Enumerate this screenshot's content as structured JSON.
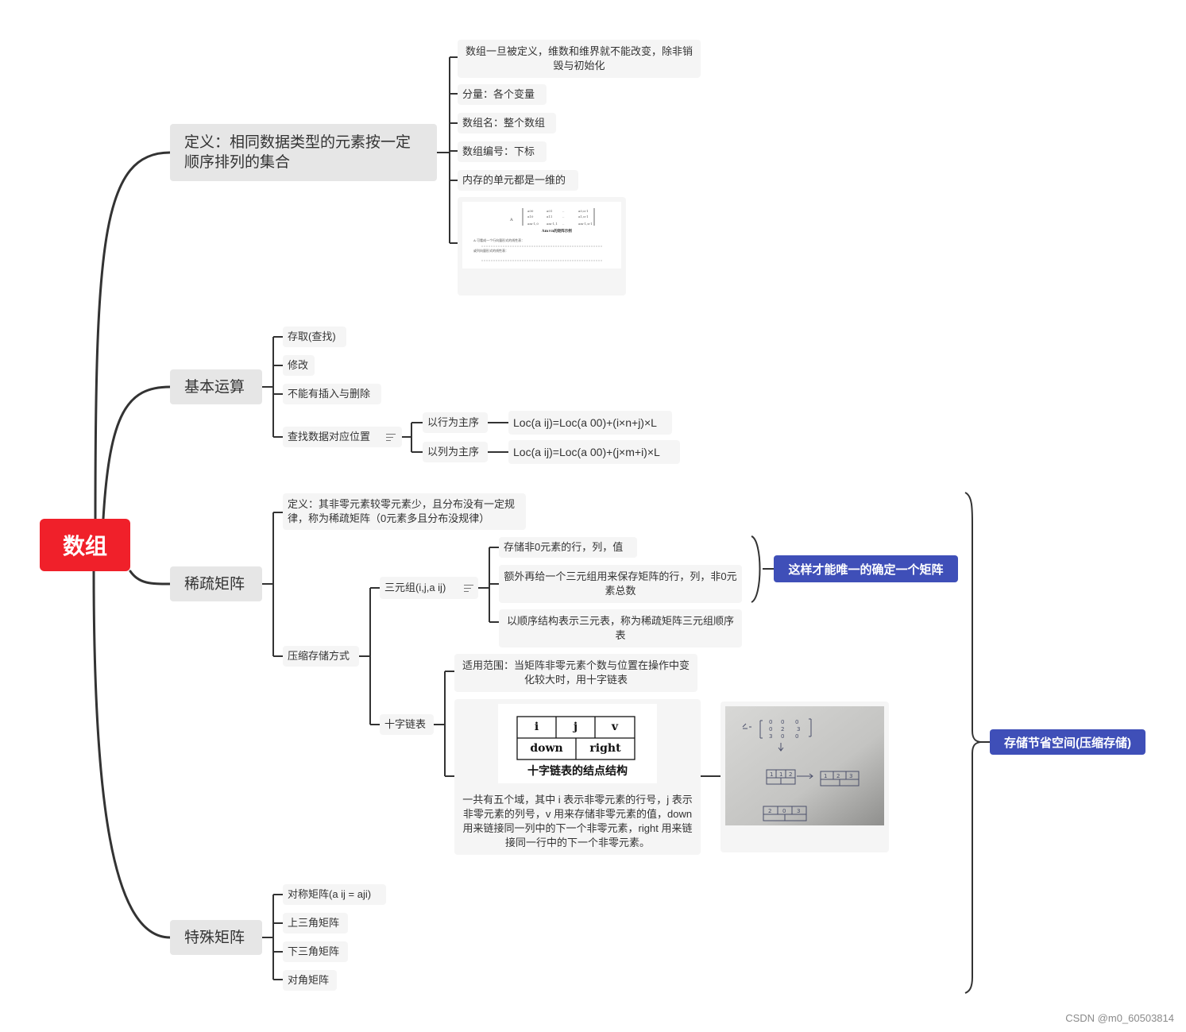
{
  "root": {
    "label": "数组"
  },
  "definition": {
    "label": "定义：相同数据类型的元素按一定顺序排列的集合",
    "items": [
      "数组一旦被定义，维数和维界就不能改变，除非销毁与初始化",
      "分量：各个变量",
      "数组名：整个数组",
      "数组编号：下标",
      "内存的单元都是一维的"
    ],
    "matrix_figure": {
      "caption": "Am×n的矩阵示例",
      "line1": "A 可看成一个行向量形式的线性表：",
      "line2": "或列向量形式的线性表："
    }
  },
  "basic_ops": {
    "label": "基本运算",
    "items": [
      "存取(查找)",
      "修改",
      "不能有插入与删除",
      "查找数据对应位置"
    ],
    "row_major": {
      "label": "以行为主序",
      "formula": "Loc(a ij)=Loc(a 00)+(i×n+j)×L"
    },
    "col_major": {
      "label": "以列为主序",
      "formula": "Loc(a ij)=Loc(a  00)+(j×m+i)×L"
    }
  },
  "sparse": {
    "label": "稀疏矩阵",
    "definition": "定义：其非零元素较零元素少，且分布没有一定规律，称为稀疏矩阵（0元素多且分布没规律）",
    "compressed": "压缩存储方式",
    "triple": {
      "label": "三元组(i,j,a ij)",
      "items": [
        "存储非0元素的行，列，值",
        "额外再给一个三元组用来保存矩阵的行，列，非0元素总数",
        "以顺序结构表示三元表，称为稀疏矩阵三元组顺序表"
      ],
      "summary": "这样才能唯一的确定一个矩阵"
    },
    "cross_list": {
      "label": "十字链表",
      "scope": "适用范围：当矩阵非零元素个数与位置在操作中变化较大时，用十字链表",
      "node_fields": [
        "i",
        "j",
        "v",
        "down",
        "right"
      ],
      "node_caption": "十字链表的结点结构",
      "description": "一共有五个域，其中 i 表示非零元素的行号，j 表示非零元素的列号，v 用来存储非零元素的值，down 用来链接同一列中的下一个非零元素，right 用来链接同一行中的下一个非零元素。"
    }
  },
  "special": {
    "label": "特殊矩阵",
    "items": [
      "对称矩阵(a ij =  aji)",
      "上三角矩阵",
      "下三角矩阵",
      "对角矩阵"
    ]
  },
  "storage_summary": "存储节省空间(压缩存储)",
  "watermark": "CSDN @m0_60503814"
}
